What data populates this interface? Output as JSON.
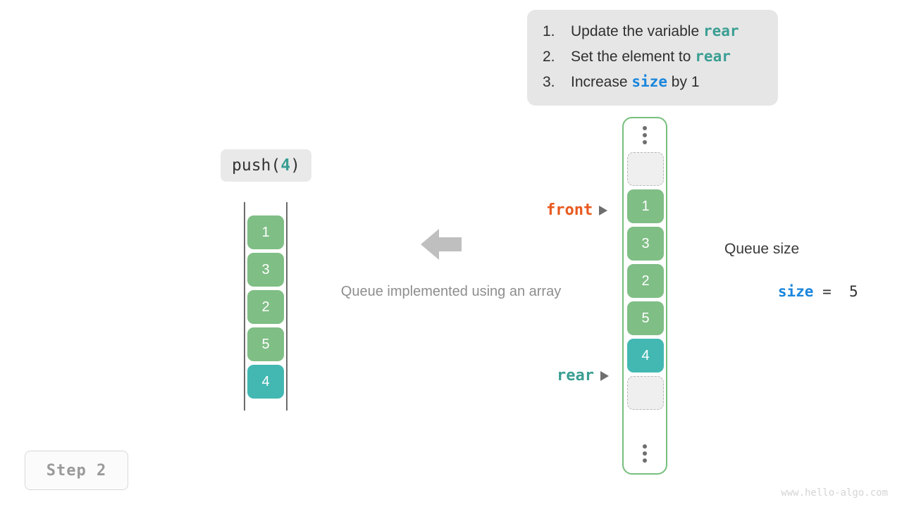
{
  "instructions": {
    "items": [
      {
        "num": "1.",
        "pre": "Update the variable ",
        "code": "rear",
        "code_color": "teal",
        "post": ""
      },
      {
        "num": "2.",
        "pre": "Set the element to ",
        "code": "rear",
        "code_color": "teal",
        "post": ""
      },
      {
        "num": "3.",
        "pre": "Increase ",
        "code": "size",
        "code_color": "blue",
        "post": " by 1"
      }
    ]
  },
  "operation": {
    "name": "push(",
    "arg": "4",
    "close": ")"
  },
  "caption": "Queue implemented using an array",
  "left_array": {
    "cells": [
      {
        "value": "1",
        "color": "green"
      },
      {
        "value": "3",
        "color": "green"
      },
      {
        "value": "2",
        "color": "green"
      },
      {
        "value": "5",
        "color": "green"
      },
      {
        "value": "4",
        "color": "teal"
      }
    ]
  },
  "right_array": {
    "top_empty_slots": 1,
    "bottom_empty_slots": 1,
    "cells": [
      {
        "value": "1",
        "color": "green"
      },
      {
        "value": "3",
        "color": "green"
      },
      {
        "value": "2",
        "color": "green"
      },
      {
        "value": "5",
        "color": "green"
      },
      {
        "value": "4",
        "color": "teal"
      }
    ]
  },
  "pointers": {
    "front": "front",
    "rear": "rear"
  },
  "size_panel": {
    "title": "Queue size",
    "var": "size",
    "expr": " =  5"
  },
  "step_badge": "Step 2",
  "watermark": "www.hello-algo.com",
  "colors": {
    "green": "#7fbe85",
    "teal": "#43b8b2",
    "front": "#e8591f",
    "rear": "#3a9e93",
    "size": "#1a86dd",
    "container_border": "#77bf7d"
  }
}
